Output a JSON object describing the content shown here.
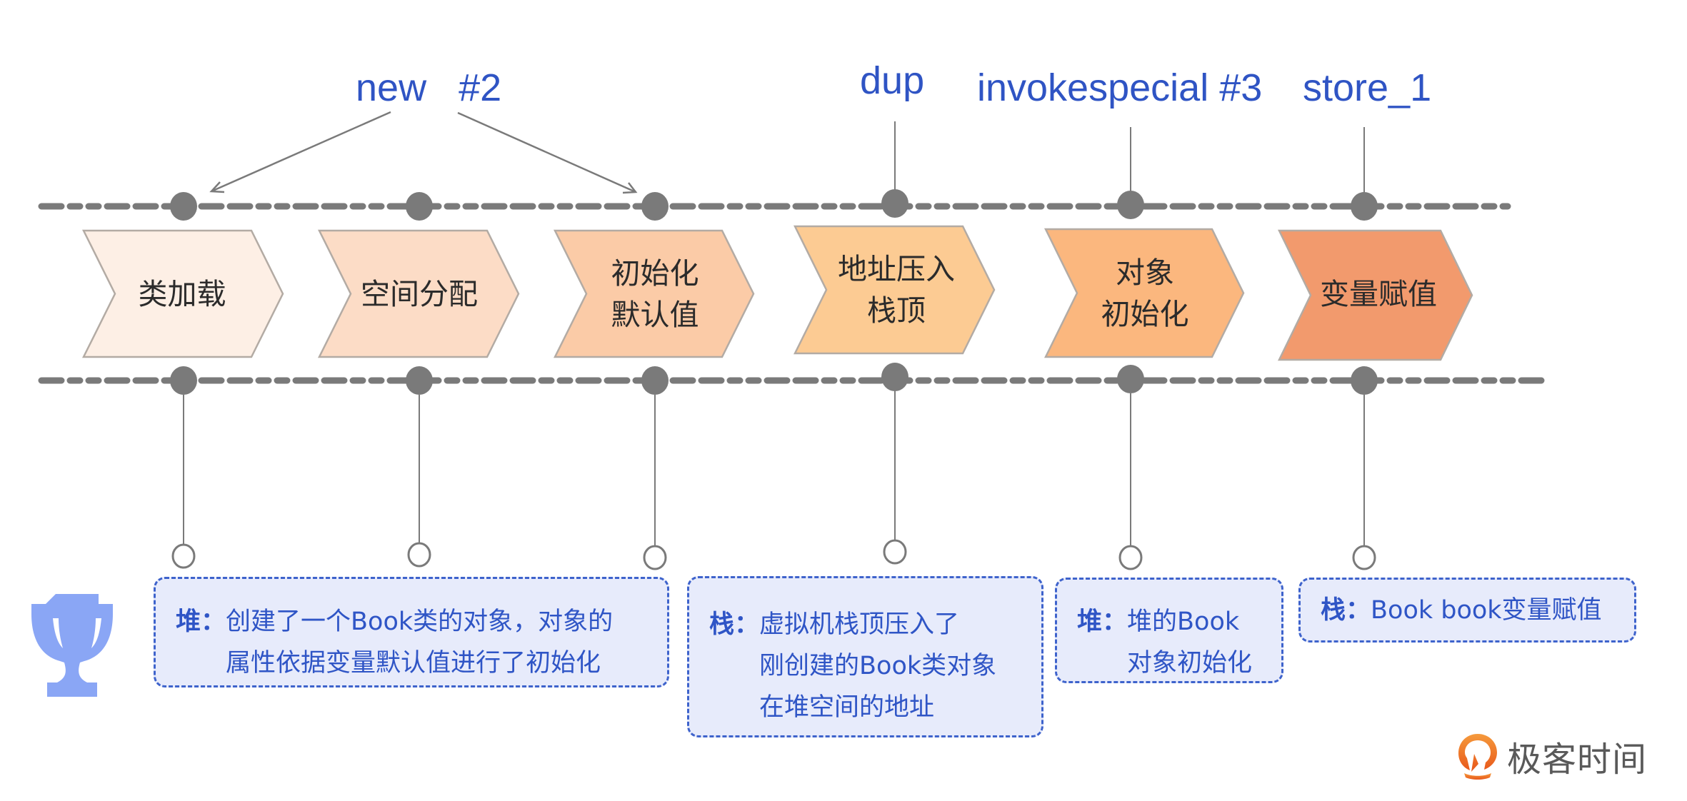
{
  "diagram": {
    "title": "Object creation bytecode steps",
    "instructions": [
      {
        "label": "new   #2"
      },
      {
        "label": "dup"
      },
      {
        "label": "invokespecial #3"
      },
      {
        "label": "store_1"
      }
    ],
    "steps": [
      {
        "label": "类加载",
        "color": "#fdefe5"
      },
      {
        "label": "空间分配",
        "color": "#fcdcc6"
      },
      {
        "label": "初始化\n默认值",
        "color": "#fbcba7"
      },
      {
        "label": "地址压入\n栈顶",
        "color": "#fccb93"
      },
      {
        "label": "对象\n初始化",
        "color": "#fbb77e"
      },
      {
        "label": "变量赋值",
        "color": "#f29a6d"
      }
    ],
    "notes": [
      {
        "key": "堆：",
        "text": "创建了一个Book类的对象，对象的\n属性依据变量默认值进行了初始化"
      },
      {
        "key": "栈：",
        "text": "虚拟机栈顶压入了\n刚创建的Book类对象\n在堆空间的地址"
      },
      {
        "key": "堆：",
        "text": "堆的Book\n对象初始化"
      },
      {
        "key": "栈：",
        "text": "Book book变量赋值"
      }
    ],
    "icons": {
      "trophy": "trophy-icon",
      "logo": "geektime-logo-icon"
    },
    "brand": {
      "name": "极客时间",
      "accent": "#f07a22"
    },
    "colors": {
      "instruction_text": "#2f54c4",
      "timeline": "#7a7a7a",
      "note_background": "#e7ebfb",
      "note_border": "#3e63cc",
      "trophy": "#8aa6f5"
    }
  }
}
